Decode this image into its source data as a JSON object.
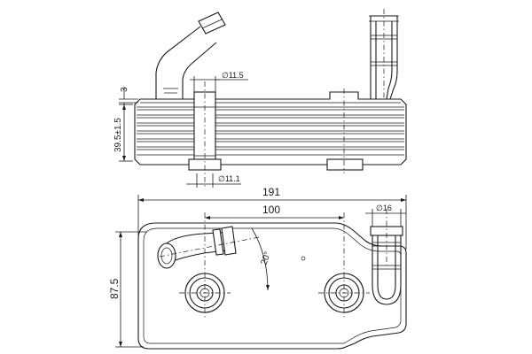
{
  "dimensions": {
    "side_left_offset": "3",
    "side_height": "39.5±1.5",
    "top_port_dia": "∅11.5",
    "bottom_port_dia": "∅11.1",
    "overall_length": "191",
    "port_spacing": "100",
    "right_pipe_dia": "∅16",
    "pipe_angle": "20°",
    "overall_width": "87.5"
  }
}
